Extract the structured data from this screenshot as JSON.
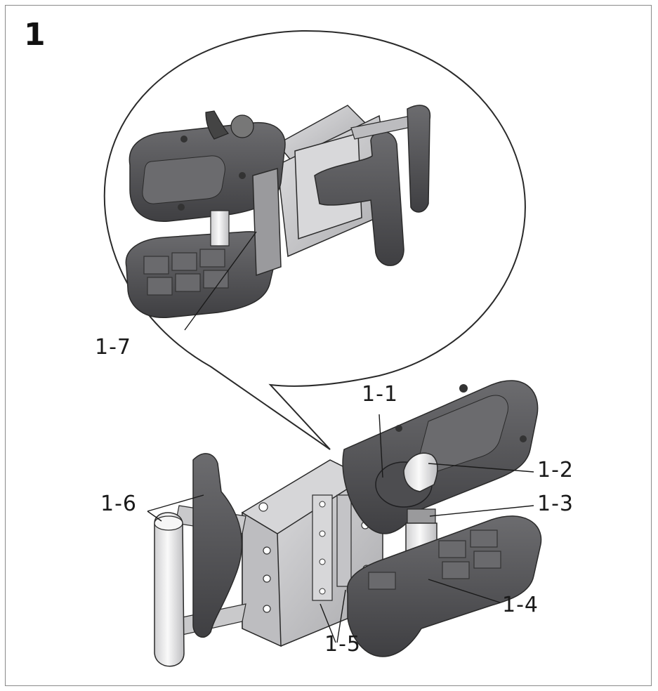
{
  "figure": {
    "step_number": "1",
    "callouts": [
      {
        "id": "1-1",
        "text": "1-1"
      },
      {
        "id": "1-2",
        "text": "1-2"
      },
      {
        "id": "1-3",
        "text": "1-3"
      },
      {
        "id": "1-4",
        "text": "1-4"
      },
      {
        "id": "1-5",
        "text": "1-5"
      },
      {
        "id": "1-6",
        "text": "1-6"
      },
      {
        "id": "1-7",
        "text": "1-7"
      }
    ]
  },
  "colors": {
    "dark_plastic": "#5a5a5c",
    "mid_plastic": "#7d7d80",
    "light_metal": "#c9c9cb",
    "shaft": "#ececec",
    "line": "#2a2a2a"
  }
}
